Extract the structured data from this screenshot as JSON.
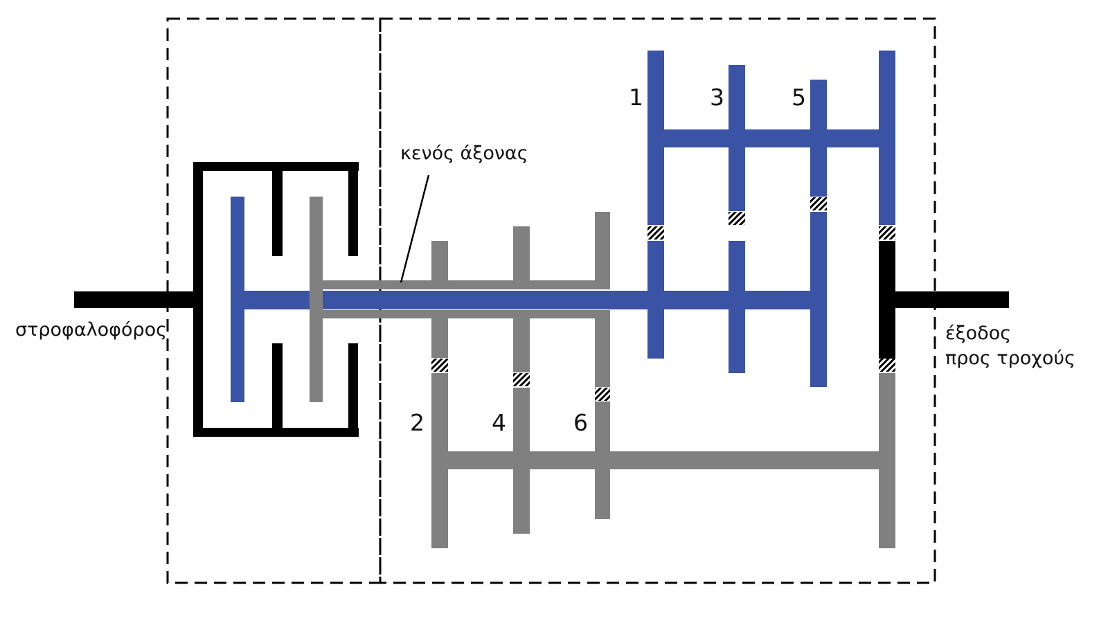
{
  "labels": {
    "crankshaft": "στροφαλοφόρος",
    "hollow_shaft": "κενός άξονας",
    "output_line1": "έξοδος",
    "output_line2": "προς τροχούς"
  },
  "gears": {
    "odd": [
      "1",
      "3",
      "5"
    ],
    "even": [
      "2",
      "4",
      "6"
    ]
  },
  "colors": {
    "odd_shaft": "#3b53a5",
    "even_shaft": "#808080",
    "input_output": "#000000"
  }
}
